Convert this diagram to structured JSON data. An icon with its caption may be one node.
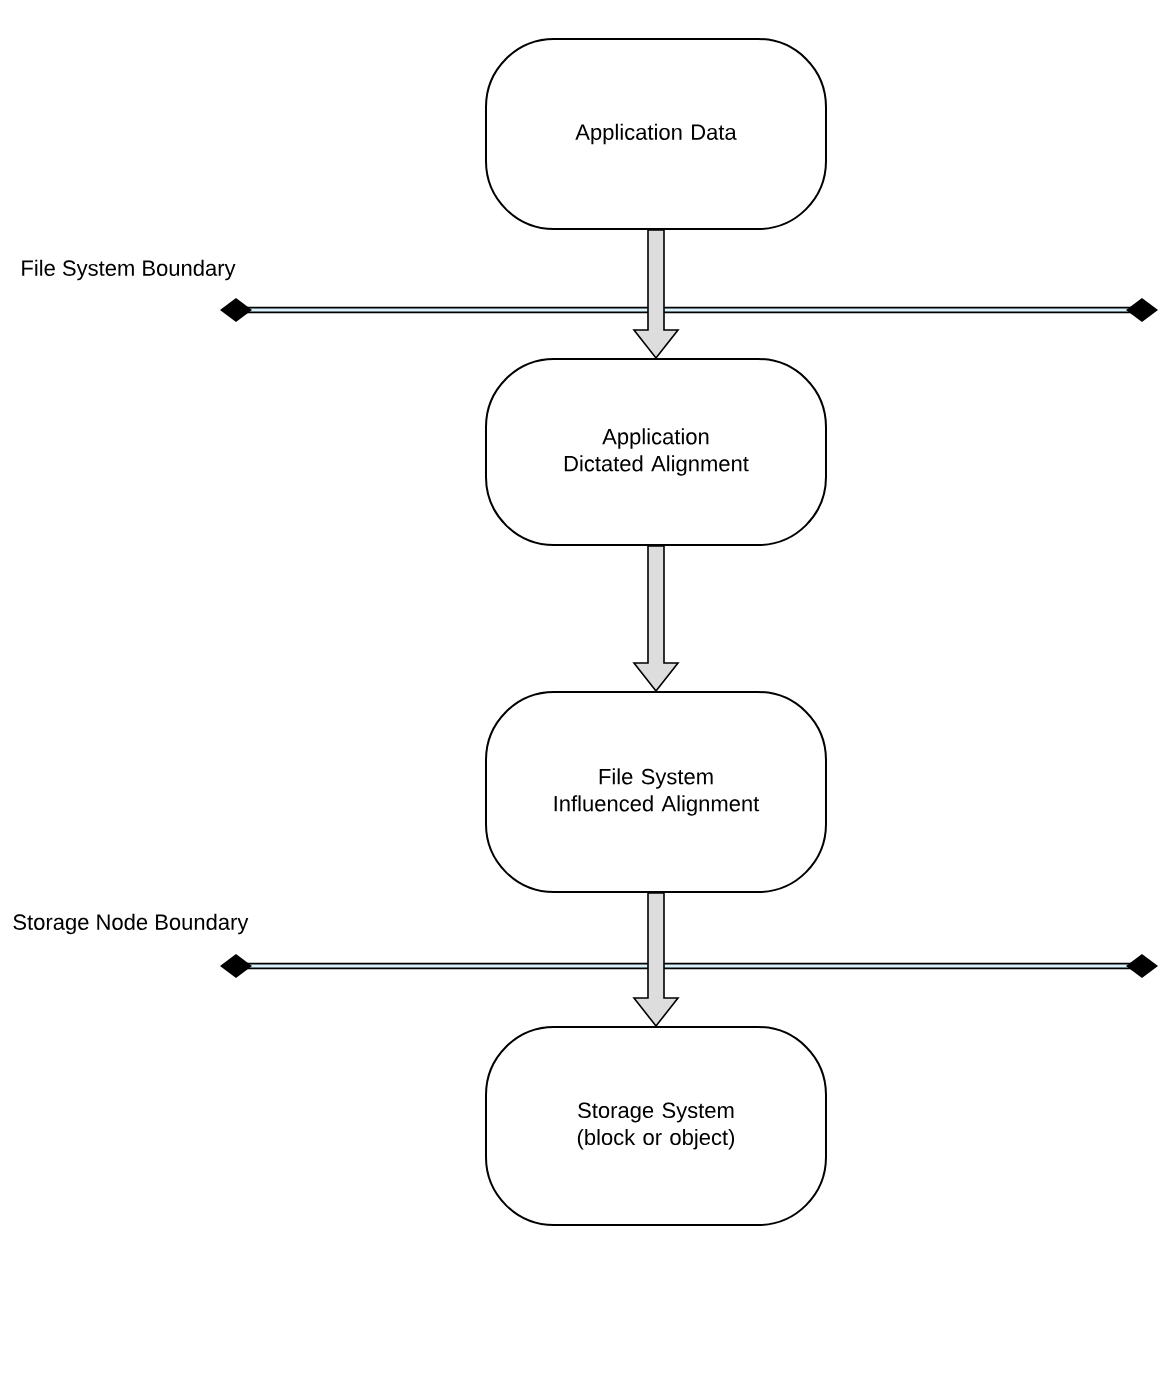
{
  "diagram": {
    "nodes": [
      {
        "text": [
          "Application Data"
        ]
      },
      {
        "text": [
          "Application Dictated Alignment"
        ]
      },
      {
        "text": [
          "File System Influenced Alignment"
        ]
      },
      {
        "text": [
          "Storage System (block or object)"
        ]
      }
    ],
    "edges": [
      {
        "from": 0,
        "to": 1,
        "arrow": "to"
      },
      {
        "from": 1,
        "to": 2,
        "arrow": "to"
      },
      {
        "from": 2,
        "to": 3,
        "arrow": "to"
      }
    ],
    "labels": [
      "File System Boundary",
      "Storage Node Boundary"
    ]
  }
}
